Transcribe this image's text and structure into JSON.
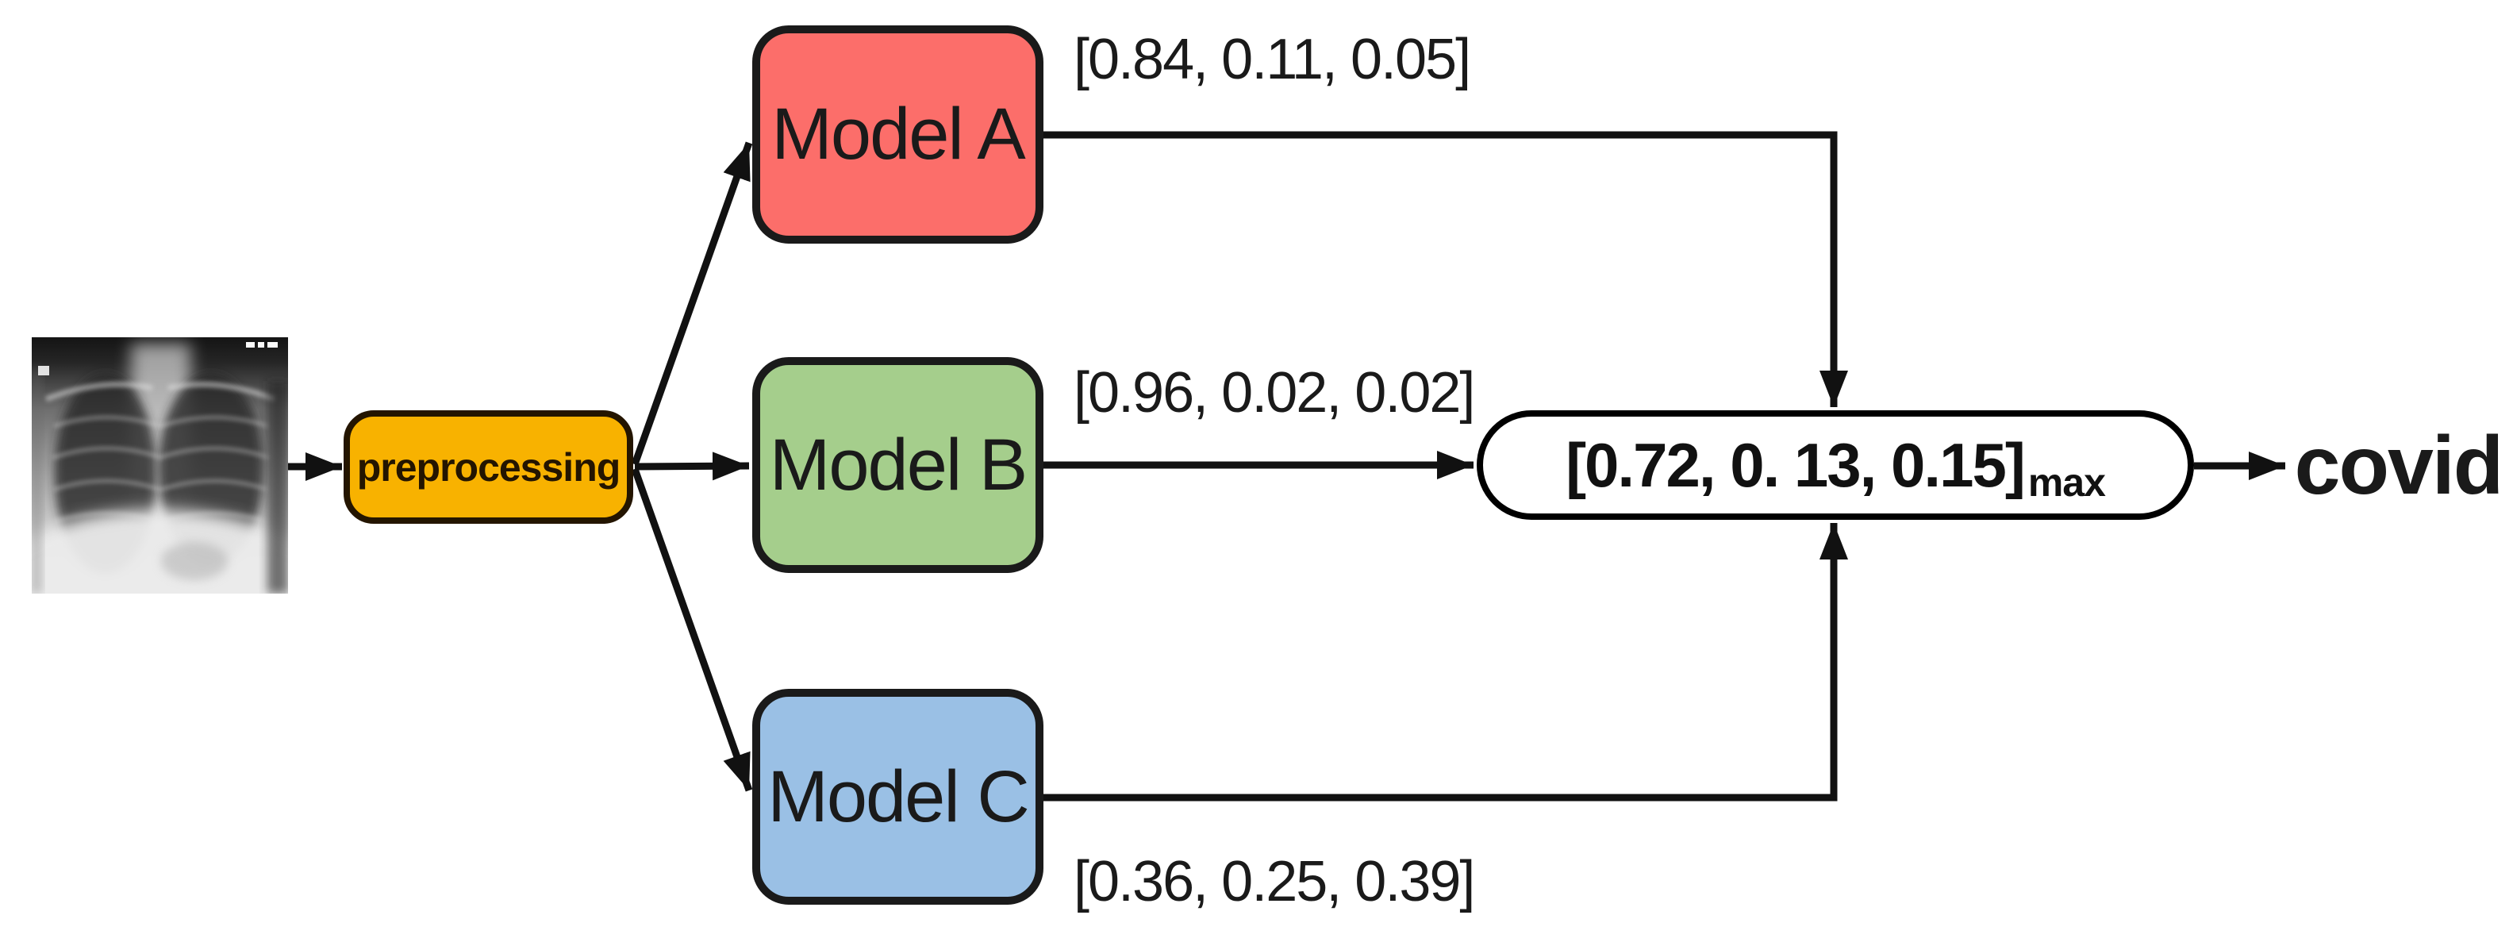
{
  "figure": {
    "description_source": "pixels-only model ensemble flow diagram"
  },
  "nodes": {
    "input_xray": {
      "icon": "chest-xray-image"
    },
    "preprocessing": {
      "label": "preprocessing",
      "fill": "#F8B200",
      "border": "#241500",
      "text_color": "#241500"
    },
    "model_a": {
      "label": "Model A",
      "fill": "#FC6E6A",
      "border": "#1A1A1A",
      "text_color": "#1A1A1A",
      "output_vector": "[0.84, 0.11, 0.05]"
    },
    "model_b": {
      "label": "Model B",
      "fill": "#A5CE8C",
      "border": "#1A1A1A",
      "text_color": "#1A1A1A",
      "output_vector": "[0.96, 0.02, 0.02]"
    },
    "model_c": {
      "label": "Model C",
      "fill": "#9AC0E5",
      "border": "#1A1A1A",
      "text_color": "#1A1A1A",
      "output_vector": "[0.36, 0.25, 0.39]"
    },
    "fusion": {
      "label": "[0.72, 0. 13, 0.15]",
      "subscript": "max",
      "fill": "#FFFFFF",
      "border": "#000000",
      "text_color": "#111111"
    },
    "prediction": {
      "label": "covid",
      "text_color": "#1A1A1A"
    }
  },
  "edges": [
    {
      "from": "input_xray",
      "to": "preprocessing"
    },
    {
      "from": "preprocessing",
      "to": "model_a"
    },
    {
      "from": "preprocessing",
      "to": "model_b"
    },
    {
      "from": "preprocessing",
      "to": "model_c"
    },
    {
      "from": "model_a",
      "to": "fusion"
    },
    {
      "from": "model_b",
      "to": "fusion"
    },
    {
      "from": "model_c",
      "to": "fusion"
    },
    {
      "from": "fusion",
      "to": "prediction"
    }
  ],
  "line_color": "#111111"
}
